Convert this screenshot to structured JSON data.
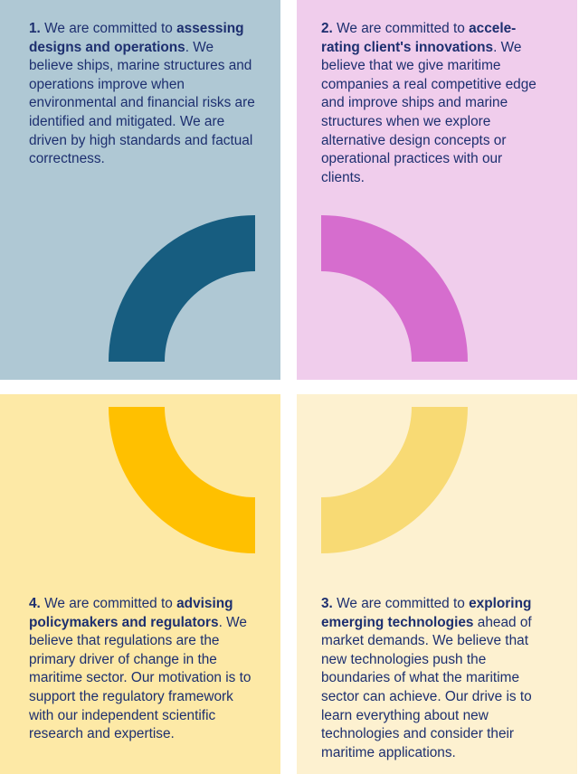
{
  "panels": [
    {
      "number": "1.",
      "prefix": " We are committed to ",
      "bold": "assessing designs and operations",
      "rest": ". We believe ships, marine structures and operations improve when environmental and financial risks are identified and mitigated. We are driven by high standards and factual correctness.",
      "color": "#175d80"
    },
    {
      "number": "2.",
      "prefix": " We are committed to ",
      "bold": "accele-rating client's innovations",
      "rest": ". We believe that we give maritime companies a real competitive edge and improve ships and marine structures when we explore alternative design concepts or operational practices with our clients.",
      "color": "#d66dce"
    },
    {
      "number": "3.",
      "prefix": " We are committed to ",
      "bold": "exploring emerging technologies",
      "rest": " ahead of market demands. We believe that new technologies push the boundaries of what the maritime sector can achieve. Our drive is to learn everything about new technologies and consider their maritime applications.",
      "color": "#f8da74"
    },
    {
      "number": "4.",
      "prefix": " We are committed to ",
      "bold": "advising policymakers and regulators",
      "rest": ". We believe that regulations are the primary driver of change in the maritime sector. Our motivation is to support the regulatory framework with our independent scientific research and expertise.",
      "color": "#ffc000"
    }
  ]
}
